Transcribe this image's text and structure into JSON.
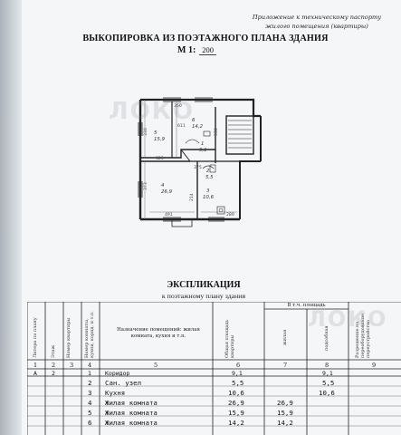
{
  "header": {
    "appendix": [
      "Приложение к техническому паспорту",
      "жилого помещения (квартиры)"
    ],
    "title": "ВЫКОПИРОВКА ИЗ ПОЭТАЖНОГО ПЛАНА ЗДАНИЯ",
    "scale_label": "М 1:",
    "scale_value": "200"
  },
  "plan": {
    "rooms": [
      {
        "num": "5",
        "area": "15,9"
      },
      {
        "num": "6",
        "area": "14,2"
      },
      {
        "num": "4",
        "area": "26,9"
      },
      {
        "num": "3",
        "area": "10,6"
      },
      {
        "num": "2",
        "area": "5,5"
      },
      {
        "num": "1",
        "area": "9,1"
      }
    ],
    "dimensions": [
      "330",
      "611",
      "325",
      "373",
      "491",
      "289",
      "375",
      "350",
      "530",
      "214"
    ],
    "watermark": "ЛОКО"
  },
  "explication": {
    "title": "ЭКСПЛИКАЦИЯ",
    "subtitle": "к поэтажному плану здания",
    "headers": {
      "litera": "Литера по плану",
      "floor": "Этаж",
      "apartment": "Номер квартиры",
      "room_no": "Номер комнаты, кухни, корид. и т.п.",
      "purpose": "Назначение помещений: жилая комната, кухня и т.п.",
      "total": "Общая площадь квартиры",
      "incl": "В т.ч. площадь",
      "living": "жилая",
      "aux": "подсобная",
      "note": "Разрешение на переоборудование, переустройство"
    },
    "column_numbers": [
      "1",
      "2",
      "3",
      "4",
      "5",
      "6",
      "7",
      "8",
      "9"
    ],
    "rows": [
      {
        "litera": "А",
        "floor": "2",
        "apt": "",
        "no": "1",
        "name": "Коридор",
        "total": "9,1",
        "living": "",
        "aux": "9,1"
      },
      {
        "litera": "",
        "floor": "",
        "apt": "",
        "no": "2",
        "name": "Сан. узел",
        "total": "5,5",
        "living": "",
        "aux": "5,5"
      },
      {
        "litera": "",
        "floor": "",
        "apt": "",
        "no": "3",
        "name": "Кухня",
        "total": "10,6",
        "living": "",
        "aux": "10,6"
      },
      {
        "litera": "",
        "floor": "",
        "apt": "",
        "no": "4",
        "name": "Жилая комната",
        "total": "26,9",
        "living": "26,9",
        "aux": ""
      },
      {
        "litera": "",
        "floor": "",
        "apt": "",
        "no": "5",
        "name": "Жилая комната",
        "total": "15,9",
        "living": "15,9",
        "aux": ""
      },
      {
        "litera": "",
        "floor": "",
        "apt": "",
        "no": "6",
        "name": "Жилая комната",
        "total": "14,2",
        "living": "14,2",
        "aux": ""
      }
    ],
    "watermark": "ЛОКО"
  }
}
